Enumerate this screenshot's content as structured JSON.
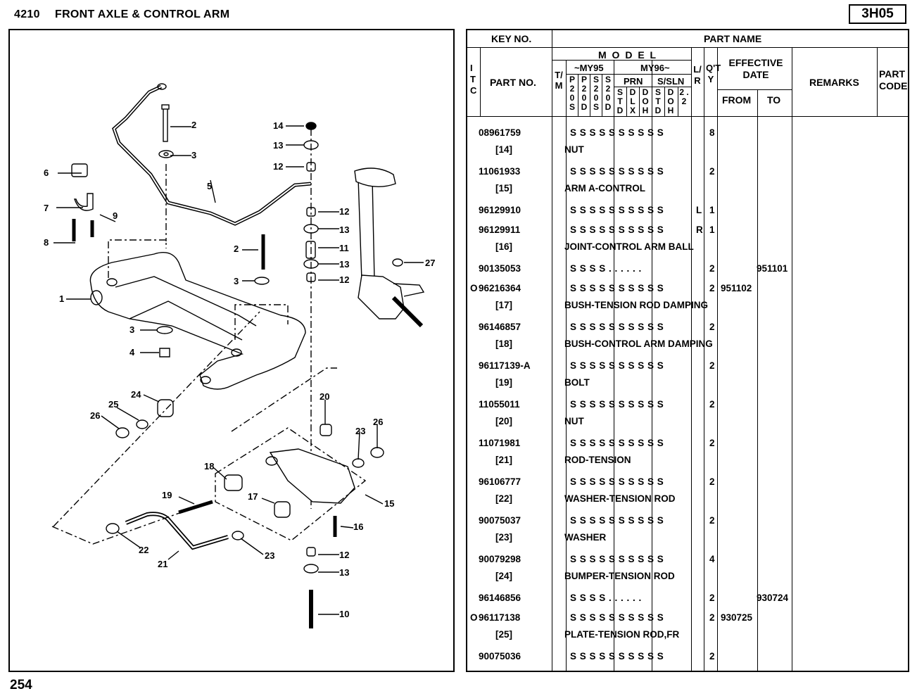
{
  "header": {
    "section": "4210",
    "title": "FRONT AXLE & CONTROL ARM",
    "page_code": "3H05",
    "page_number": "254"
  },
  "diagram": {
    "callouts": [
      "2",
      "3",
      "5",
      "6",
      "7",
      "8",
      "9",
      "14",
      "13",
      "12",
      "12",
      "13",
      "11",
      "13",
      "12",
      "2",
      "3",
      "27",
      "1",
      "3",
      "4",
      "24",
      "25",
      "26",
      "20",
      "23",
      "26",
      "18",
      "19",
      "17",
      "15",
      "16",
      "22",
      "21",
      "23",
      "12",
      "13",
      "10"
    ]
  },
  "table": {
    "headers": {
      "key_no": "KEY NO.",
      "part_name": "PART NAME",
      "itc": "ITC",
      "part_no": "PART NO.",
      "tm": "T/M",
      "model": "M O D E L",
      "my95": "~MY95",
      "my96": "MY96~",
      "prn": "PRN",
      "ssln": "S/SLN",
      "lr": "L/R",
      "qty": "Q'TY",
      "effective_date": "EFFECTIVE DATE",
      "from": "FROM",
      "to": "TO",
      "remarks": "REMARKS",
      "part_code": "PART CODE",
      "model_cols": [
        "P 2 0 S",
        "P 2 0 D",
        "S 2 0 S",
        "S 2 0 D",
        "S T D",
        "D L X",
        "D O H",
        "S T D",
        "D O H",
        "2 . 2"
      ]
    },
    "rows": [
      {
        "itc": "",
        "part_no": "08961759",
        "s": "S S S S  S S S  S S S",
        "lr": "",
        "qty": "8",
        "from": "",
        "to": "",
        "key": "[14]",
        "name": "NUT"
      },
      {
        "itc": "",
        "part_no": "11061933",
        "s": "S S S S  S S S  S S S",
        "lr": "",
        "qty": "2",
        "from": "",
        "to": "",
        "key": "[15]",
        "name": "ARM A-CONTROL"
      },
      {
        "itc": "",
        "part_no": "96129910",
        "s": "S S S S  S S S  S S S",
        "lr": "L",
        "qty": "1",
        "from": "",
        "to": "",
        "key": "",
        "name": ""
      },
      {
        "itc": "",
        "part_no": "96129911",
        "s": "S S S S  S S S  S S S",
        "lr": "R",
        "qty": "1",
        "from": "",
        "to": "",
        "key": "[16]",
        "name": "JOINT-CONTROL ARM BALL"
      },
      {
        "itc": "",
        "part_no": "90135053",
        "s": "S S S S  .  .  .  .  .  .",
        "lr": "",
        "qty": "2",
        "from": "",
        "to": "951101",
        "key": "",
        "name": ""
      },
      {
        "itc": "O",
        "part_no": "96216364",
        "s": "S S S S  S S S  S S S",
        "lr": "",
        "qty": "2",
        "from": "951102",
        "to": "",
        "key": "[17]",
        "name": "BUSH-TENSION ROD DAMPING"
      },
      {
        "itc": "",
        "part_no": "96146857",
        "s": "S S S S  S S S  S S S",
        "lr": "",
        "qty": "2",
        "from": "",
        "to": "",
        "key": "[18]",
        "name": "BUSH-CONTROL ARM DAMPING"
      },
      {
        "itc": "",
        "part_no": "96117139-A",
        "s": "S S S S  S S S  S S S",
        "lr": "",
        "qty": "2",
        "from": "",
        "to": "",
        "key": "[19]",
        "name": "BOLT"
      },
      {
        "itc": "",
        "part_no": "11055011",
        "s": "S S S S  S S S  S S S",
        "lr": "",
        "qty": "2",
        "from": "",
        "to": "",
        "key": "[20]",
        "name": "NUT"
      },
      {
        "itc": "",
        "part_no": "11071981",
        "s": "S S S S  S S S  S S S",
        "lr": "",
        "qty": "2",
        "from": "",
        "to": "",
        "key": "[21]",
        "name": "ROD-TENSION"
      },
      {
        "itc": "",
        "part_no": "96106777",
        "s": "S S S S  S S S  S S S",
        "lr": "",
        "qty": "2",
        "from": "",
        "to": "",
        "key": "[22]",
        "name": "WASHER-TENSION ROD"
      },
      {
        "itc": "",
        "part_no": "90075037",
        "s": "S S S S  S S S  S S S",
        "lr": "",
        "qty": "2",
        "from": "",
        "to": "",
        "key": "[23]",
        "name": "WASHER"
      },
      {
        "itc": "",
        "part_no": "90079298",
        "s": "S S S S  S S S  S S S",
        "lr": "",
        "qty": "4",
        "from": "",
        "to": "",
        "key": "[24]",
        "name": "BUMPER-TENSION ROD"
      },
      {
        "itc": "",
        "part_no": "96146856",
        "s": "S S S S  .  .  .  .  .  .",
        "lr": "",
        "qty": "2",
        "from": "",
        "to": "930724",
        "key": "",
        "name": ""
      },
      {
        "itc": "O",
        "part_no": "96117138",
        "s": "S S S S  S S S  S S S",
        "lr": "",
        "qty": "2",
        "from": "930725",
        "to": "",
        "key": "[25]",
        "name": "PLATE-TENSION ROD,FR"
      },
      {
        "itc": "",
        "part_no": "90075036",
        "s": "S S S S  S S S  S S S",
        "lr": "",
        "qty": "2",
        "from": "",
        "to": "",
        "key": "",
        "name": ""
      }
    ]
  }
}
